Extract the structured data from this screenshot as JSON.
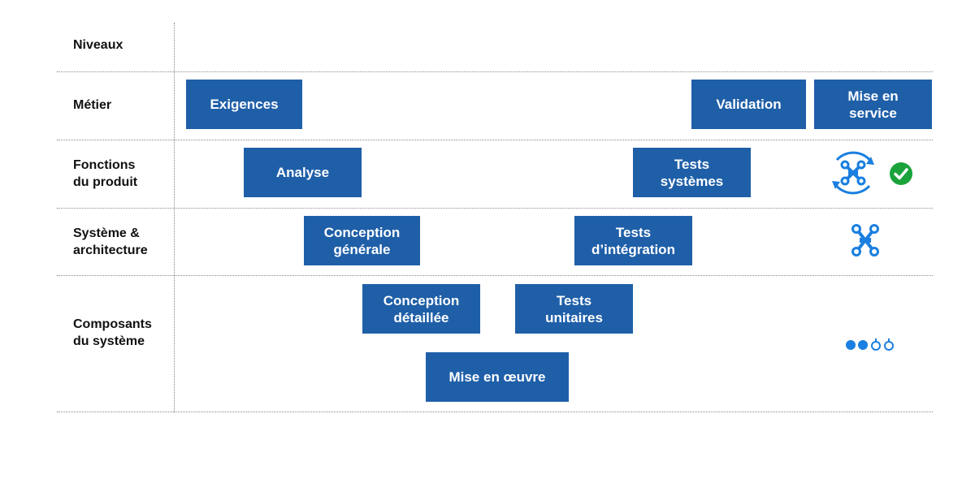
{
  "levels_header": "Niveaux",
  "levels": [
    {
      "label": "Métier"
    },
    {
      "label": "Fonctions\ndu produit"
    },
    {
      "label": "Système &\narchitecture"
    },
    {
      "label": "Composants\ndu système"
    }
  ],
  "steps": {
    "exigences": "Exigences",
    "analyse": "Analyse",
    "conception_generale": "Conception\ngénérale",
    "conception_detaillee": "Conception\ndétaillée",
    "mise_en_oeuvre": "Mise en œuvre",
    "tests_unitaires": "Tests\nunitaires",
    "tests_integration": "Tests\nd’intégration",
    "tests_systemes": "Tests\nsystèmes",
    "validation": "Validation",
    "mise_en_service": "Mise en\nservice"
  },
  "icons": {
    "product_functions": [
      "cycle-network-icon",
      "check-circle-icon"
    ],
    "system_architecture": [
      "network-icon"
    ],
    "components": [
      "dots-icon"
    ]
  },
  "colors": {
    "box": "#1f5fa8",
    "icon_blue": "#1a7fe0",
    "check_green": "#1aa33a"
  }
}
